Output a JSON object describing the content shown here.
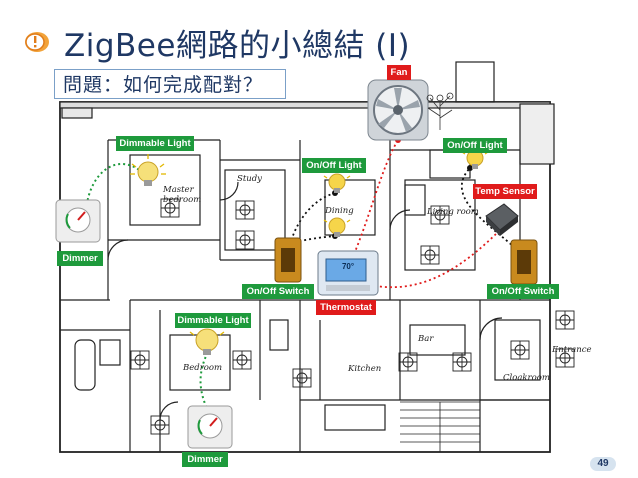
{
  "slide": {
    "title": "ZigBee網路的小總結 (I)",
    "question": "問題：如何完成配對？",
    "page_number": "49"
  },
  "devices": {
    "dimmable_light_top": "Dimmable Light",
    "dimmer_top": "Dimmer",
    "dimmable_light_bottom": "Dimmable Light",
    "dimmer_bottom": "Dimmer",
    "fan": "Fan",
    "onoff_light_center": "On/Off Light",
    "onoff_light_right": "On/Off Light",
    "temp_sensor": "Temp Sensor",
    "onoff_switch_left": "On/Off Switch",
    "onoff_switch_right": "On/Off Switch",
    "thermostat": "Thermostat"
  },
  "rooms": {
    "master_bedroom_1": "Master",
    "master_bedroom_2": "bedroom",
    "study": "Study",
    "dining": "Dining",
    "living_room": "Living room",
    "bar": "Bar",
    "kitchen": "Kitchen",
    "entrance": "Entrance",
    "cloakroom": "Cloakroom",
    "bedroom": "Bedroom"
  },
  "thermostat_display": "70°",
  "colors": {
    "title": "#1f3864",
    "label_green": "#1e9a3c",
    "label_red": "#e01b1b",
    "link_green": "#1e9a3c",
    "link_red": "#e01b1b",
    "link_black": "#111111"
  },
  "icons": [
    "warning-bulb-icon",
    "ceiling-fan-icon",
    "light-bulb-icon",
    "dimmer-knob-icon",
    "rocker-switch-icon",
    "thermostat-icon",
    "temp-sensor-icon"
  ]
}
